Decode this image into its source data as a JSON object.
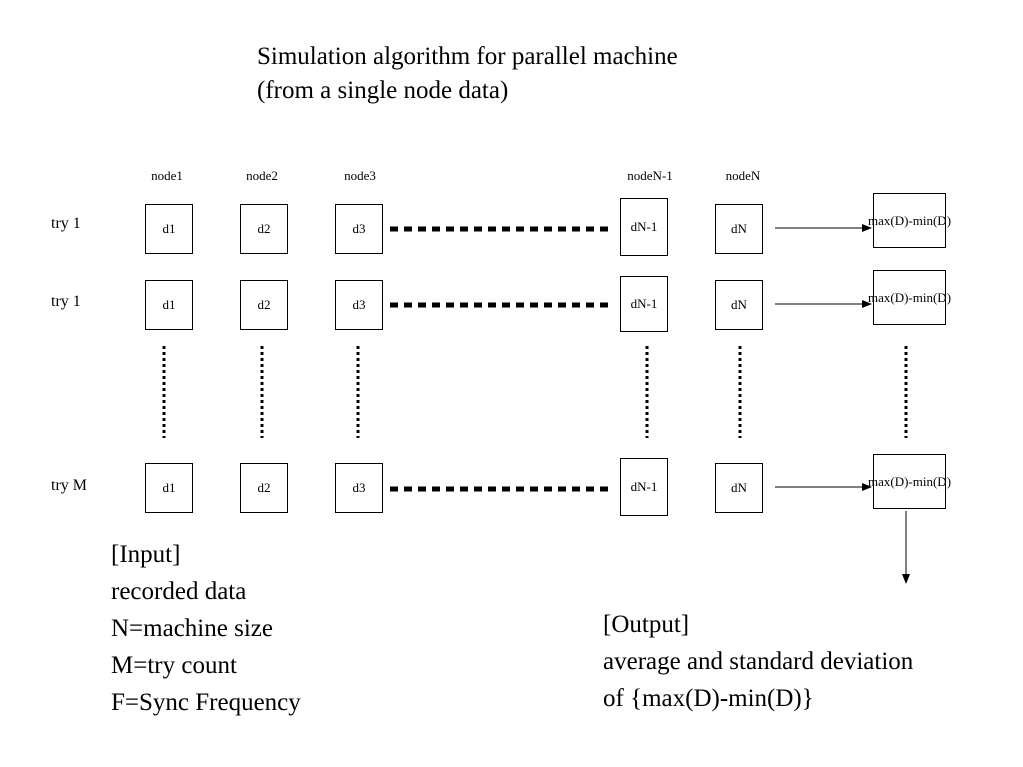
{
  "title": {
    "line1": "Simulation algorithm for parallel machine",
    "line2": "(from a single node data)"
  },
  "columns": [
    "node1",
    "node2",
    "node3",
    "nodeN-1",
    "nodeN"
  ],
  "rows": [
    {
      "label": "try 1",
      "cells": [
        "d1",
        "d2",
        "d3",
        "dN-1",
        "dN"
      ],
      "output": [
        "max(D)-",
        "min(D)"
      ]
    },
    {
      "label": "try 1",
      "cells": [
        "d1",
        "d2",
        "d3",
        "dN-1",
        "dN"
      ],
      "output": [
        "max(D)-",
        "min(D)"
      ]
    },
    {
      "label": "try M",
      "cells": [
        "d1",
        "d2",
        "d3",
        "dN-1",
        "dN"
      ],
      "output": [
        "max(D)-",
        "min(D)"
      ]
    }
  ],
  "input": {
    "heading": "[Input]",
    "line1": "recorded data",
    "line2": "N=machine size",
    "line3": "M=try count",
    "line4": "F=Sync Frequency"
  },
  "output": {
    "heading": "[Output]",
    "line1": "average and standard deviation",
    "line2": "of {max(D)-min(D)}"
  }
}
